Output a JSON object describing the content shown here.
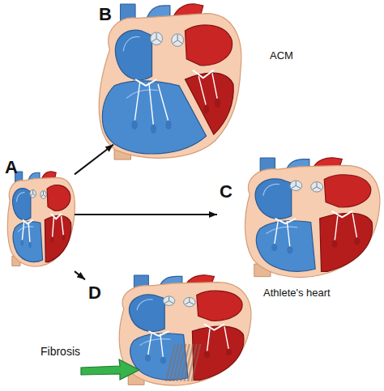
{
  "diagram": {
    "nodes": [
      {
        "text": [
          "A"
        ]
      },
      {
        "text": [
          "B",
          "ACM"
        ]
      },
      {
        "text": [
          "C",
          "Athlete's heart"
        ]
      },
      {
        "text": [
          "D"
        ]
      }
    ],
    "edges": [
      {
        "from": 0,
        "to": 1,
        "arrow": "to"
      },
      {
        "from": 0,
        "to": 2,
        "arrow": "to"
      },
      {
        "from": 0,
        "to": 3,
        "arrow": "to"
      }
    ],
    "labels": [
      "Fibrosis"
    ]
  }
}
